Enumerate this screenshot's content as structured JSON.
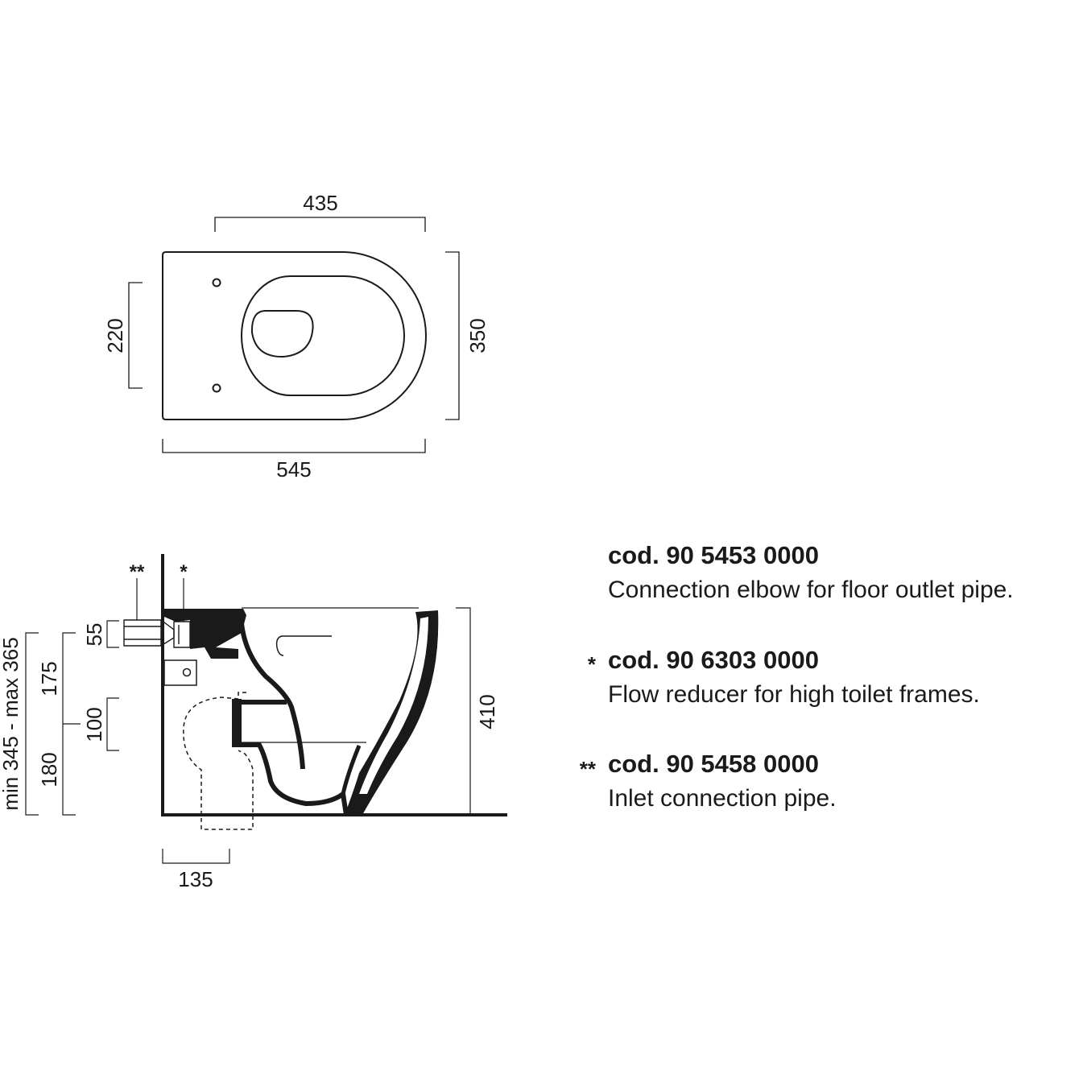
{
  "top_view": {
    "dimensions": {
      "width_top": "435",
      "width_bottom": "545",
      "height_right": "350",
      "height_left": "220"
    }
  },
  "side_view": {
    "markers": {
      "double_star": "**",
      "single_star": "*"
    },
    "dimensions": {
      "d55": "55",
      "d175": "175",
      "d100": "100",
      "d180": "180",
      "range": "min 345 - max 365",
      "d410": "410",
      "d135": "135"
    }
  },
  "legend": {
    "items": [
      {
        "marker": "",
        "code": "cod. 90 5453 0000",
        "description": "Connection elbow for floor outlet pipe."
      },
      {
        "marker": "*",
        "code": "cod. 90 6303 0000",
        "description": "Flow reducer for high toilet frames."
      },
      {
        "marker": "**",
        "code": "cod. 90 5458 0000",
        "description": "Inlet connection pipe."
      }
    ]
  }
}
